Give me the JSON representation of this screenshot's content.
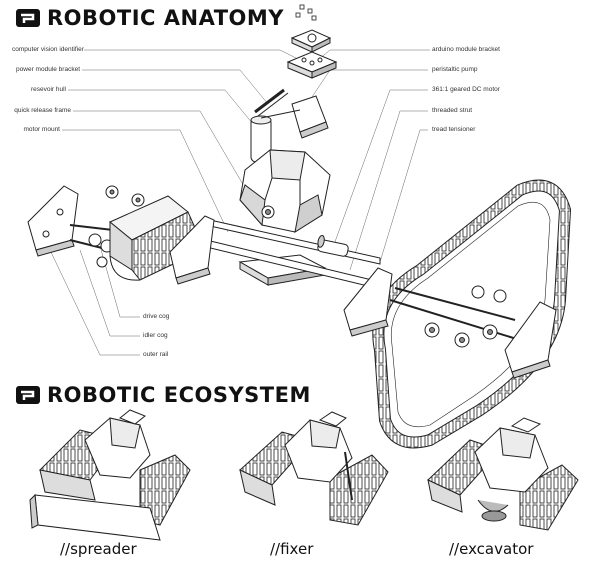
{
  "anatomy": {
    "title": "ROBOTIC ANATOMY",
    "callouts_left": [
      "computer vision identifier",
      "power module bracket",
      "resevoir hull",
      "quick release frame",
      "motor mount"
    ],
    "callouts_right": [
      "arduino module bracket",
      "peristaltic pump",
      "361:1 geared DC motor",
      "threaded strut",
      "tread tensioner"
    ],
    "callouts_lower": [
      "drive cog",
      "idler cog",
      "outer rail"
    ]
  },
  "ecosystem": {
    "title": "ROBOTIC ECOSYSTEM",
    "variants": [
      "//spreader",
      "//fixer",
      "//excavator"
    ]
  },
  "colors": {
    "ink": "#111111",
    "line": "#333333",
    "paper": "#ffffff",
    "leader": "#555555"
  },
  "icons": {
    "heading_logo": "folded-ribbon-logo-icon"
  }
}
